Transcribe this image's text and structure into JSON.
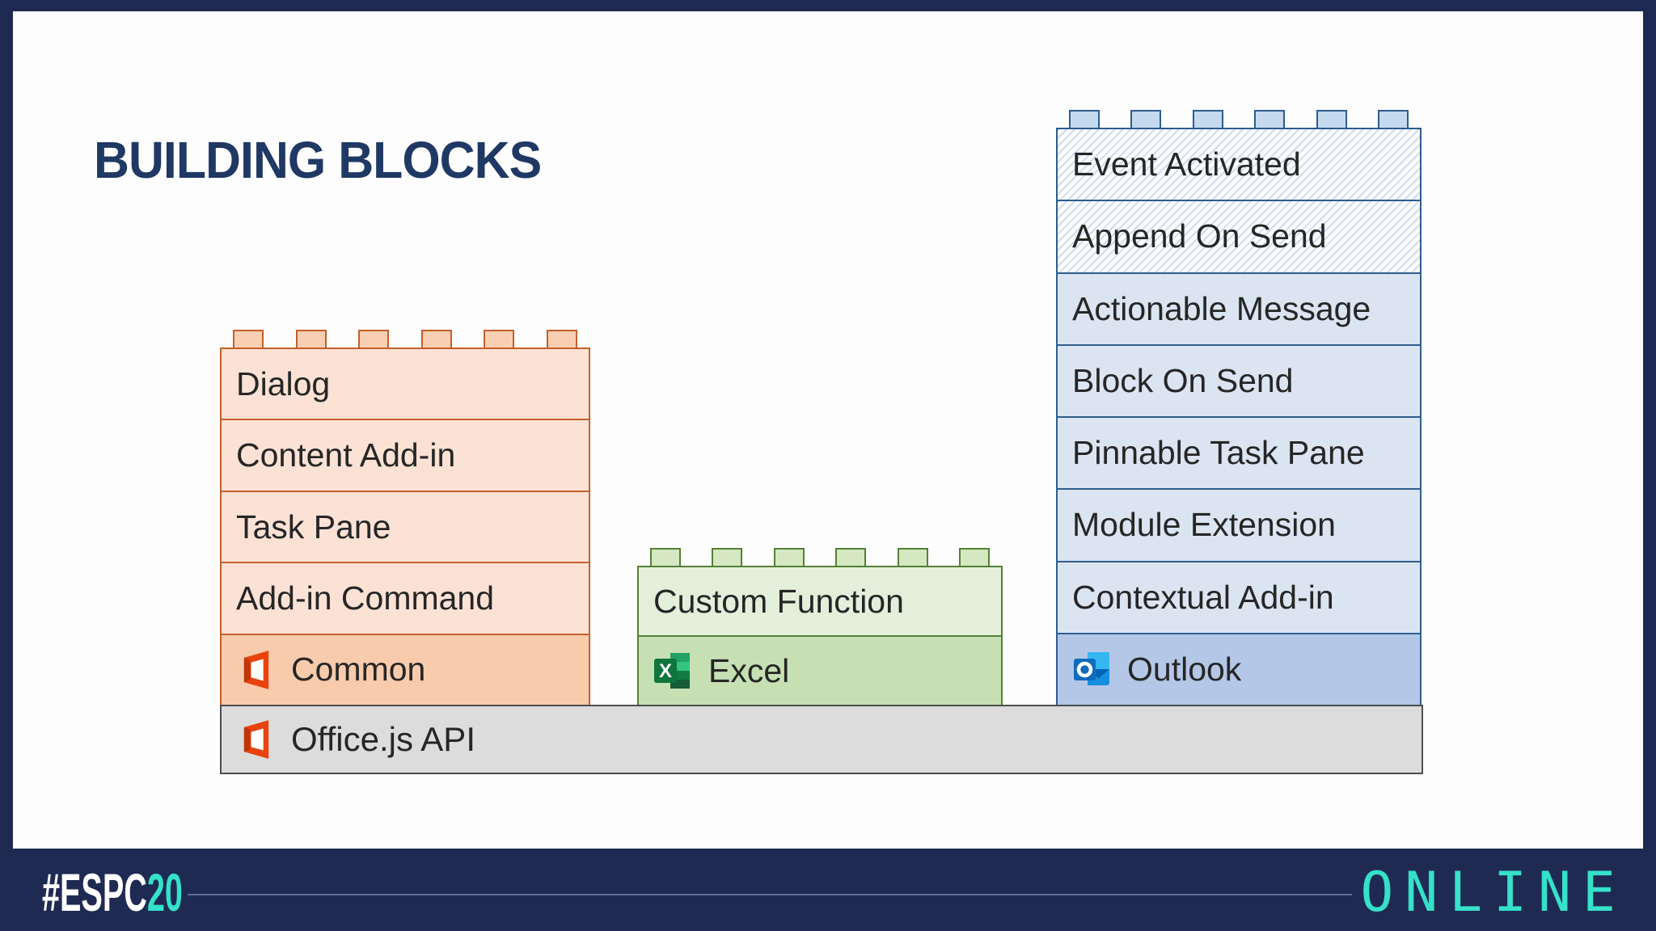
{
  "title": "BUILDING BLOCKS",
  "stacks": {
    "office": {
      "rows": [
        "Dialog",
        "Content Add-in",
        "Task Pane",
        "Add-in Command"
      ],
      "base": "Common"
    },
    "excel": {
      "rows": [
        "Custom Function"
      ],
      "base": "Excel"
    },
    "outlook": {
      "rows": [
        "Event Activated",
        "Append On Send",
        "Actionable Message",
        "Block On Send",
        "Pinnable Task Pane",
        "Module Extension",
        "Contextual Add-in"
      ],
      "base": "Outlook"
    }
  },
  "foundation": {
    "label": "Office.js API"
  },
  "footer": {
    "hashtag": "#ESPC",
    "year": "20",
    "right_label": "ONLINE"
  },
  "colors": {
    "slide_navy": "#1f2a53",
    "title_navy": "#1f3864",
    "teal_accent": "#35e1c9",
    "orange_border": "#c55f2a",
    "orange_light": "#fbe2d5",
    "orange_base": "#f8cbad",
    "green_border": "#538135",
    "green_light": "#e3efda",
    "green_base": "#c6e0b4",
    "blue_border": "#2c5e8e",
    "blue_light": "#dbe5f1",
    "blue_base": "#b4c7e7",
    "gray_fill": "#dcdcdc",
    "gray_border": "#4d4d4d"
  }
}
